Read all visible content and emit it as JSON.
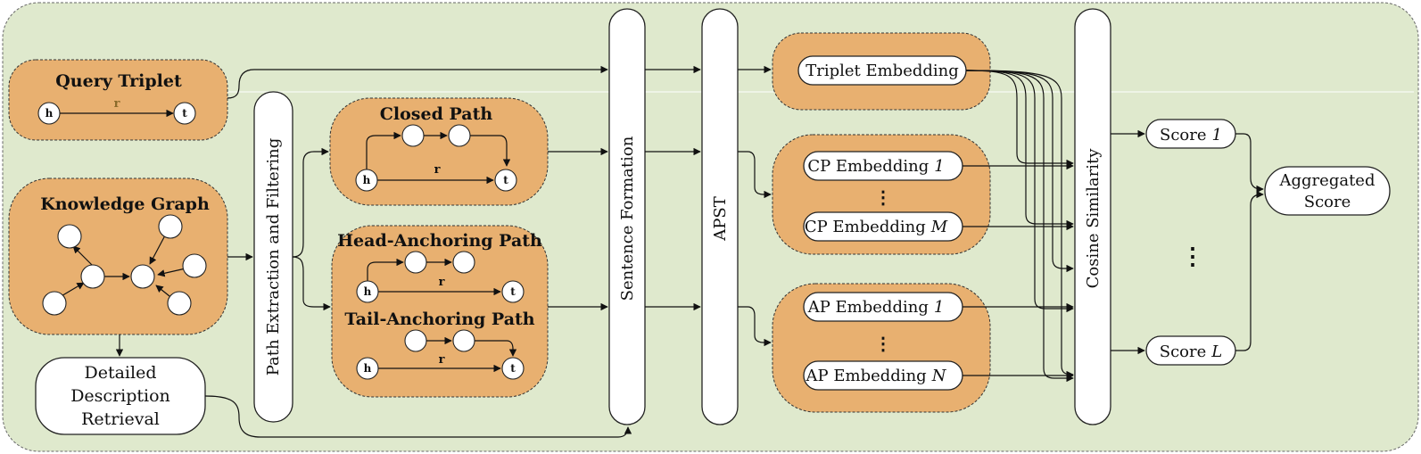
{
  "query_triplet": {
    "title": "Query Triplet",
    "head": "h",
    "relation": "r",
    "tail": "t"
  },
  "knowledge_graph": {
    "title": "Knowledge Graph"
  },
  "detailed_description": {
    "line1": "Detailed",
    "line2": "Description",
    "line3": "Retrieval"
  },
  "path_extraction": {
    "label": "Path Extraction and Filtering"
  },
  "closed_path": {
    "title": "Closed Path",
    "head": "h",
    "relation": "r",
    "tail": "t"
  },
  "anchoring": {
    "head_title": "Head-Anchoring Path",
    "tail_title": "Tail-Anchoring Path",
    "head": "h",
    "relation": "r",
    "tail": "t"
  },
  "sentence_formation": {
    "label": "Sentence Formation"
  },
  "apst": {
    "label": "APST"
  },
  "embeddings": {
    "triplet": "Triplet Embedding",
    "cp_first": "CP Embedding",
    "cp_first_idx": "1",
    "cp_last": "CP Embedding",
    "cp_last_idx": "M",
    "ap_first": "AP Embedding",
    "ap_first_idx": "1",
    "ap_last": "AP Embedding",
    "ap_last_idx": "N",
    "vdots": "⋮"
  },
  "cosine_similarity": {
    "label": "Cosine Similarity"
  },
  "scores": {
    "first": "Score",
    "first_idx": "1",
    "last": "Score",
    "last_idx": "L",
    "vdots": "⋮"
  },
  "aggregated": {
    "line1": "Aggregated",
    "line2": "Score"
  },
  "colors": {
    "background": "#dfe9cd",
    "module": "#e8b070",
    "block": "#ffffff"
  }
}
